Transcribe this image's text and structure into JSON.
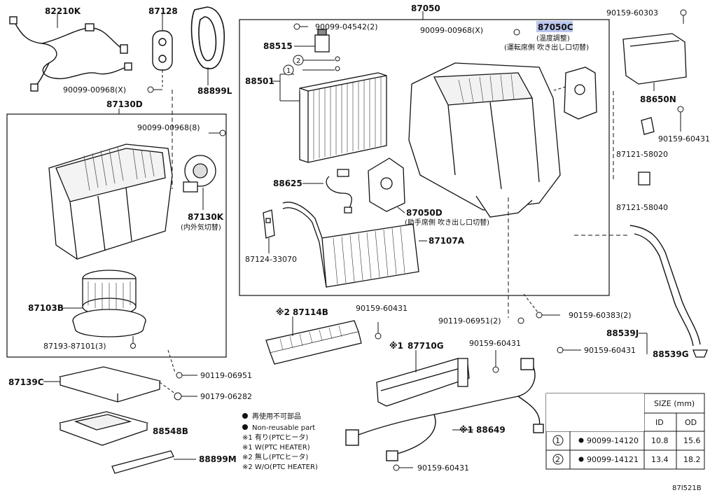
{
  "title": "",
  "parts": {
    "p82210K": "82210K",
    "p87128": "87128",
    "p88899L": "88899L",
    "p87050": "87050",
    "p90099_04542": "90099-04542(2)",
    "p90099_00968_x_top": "90099-00968(X)",
    "p87050C": "87050C",
    "p87050C_sub1": "(温度調整)",
    "p87050C_sub2": "(運転席側 吹き出し口切替)",
    "p88515": "88515",
    "p88501": "88501",
    "p90159_60303": "90159-60303",
    "p88650N": "88650N",
    "p90159_60431_r": "90159-60431",
    "p87121_58020": "87121-58020",
    "p87121_58040": "87121-58040",
    "p90099_00968_x_left": "90099-00968(X)",
    "p87130D": "87130D",
    "p90099_00968_8": "90099-00968(8)",
    "p87130K": "87130K",
    "p87130K_sub": "(内外気切替)",
    "p88625": "88625",
    "p87050D": "87050D",
    "p87050D_sub": "(助手席側 吹き出し口切替)",
    "p87124_33070": "87124-33070",
    "p87107A": "87107A",
    "p87103B": "87103B",
    "p87193_87101": "87193-87101(3)",
    "p87114B": "87114B",
    "p87114B_mark": "※2",
    "p90159_60431_mid": "90159-60431",
    "p90119_06951_2": "90119-06951(2)",
    "p90159_60383": "90159-60383(2)",
    "p88539J": "88539J",
    "p88539G": "88539G",
    "p87710G": "87710G",
    "p87710G_mark": "※1",
    "p90159_60431_c": "90159-60431",
    "p90159_60431_d": "90159-60431",
    "p90119_06951": "90119-06951",
    "p87139C": "87139C",
    "p90179_06282": "90179-06282",
    "p88548B": "88548B",
    "p88899M": "88899M",
    "p88649": "88649",
    "p88649_mark": "※1",
    "p90159_60431_bottom": "90159-60431"
  },
  "legend": {
    "nonreusable_jp": "再使用不可部品",
    "nonreusable_en": "Non-reusable part",
    "note1_jp": "※1 有り(PTCヒータ)",
    "note1_en": "※1 W(PTC HEATER)",
    "note2_jp": "※2 無し(PTCヒータ)",
    "note2_en": "※2 W/O(PTC HEATER)"
  },
  "size_table": {
    "header": "SIZE (mm)",
    "col_id": "ID",
    "col_od": "OD",
    "rows": [
      {
        "marker": "1",
        "part": "90099-14120",
        "id": "10.8",
        "od": "15.6"
      },
      {
        "marker": "2",
        "part": "90099-14121",
        "id": "13.4",
        "od": "18.2"
      }
    ]
  },
  "diagram_code": "87I521B",
  "colors": {
    "highlight": "#b9c6ee",
    "line": "#111111"
  }
}
